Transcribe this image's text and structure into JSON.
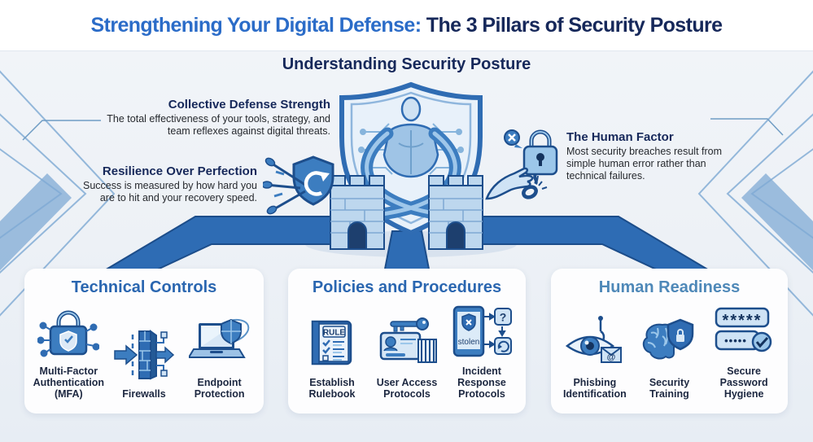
{
  "page": {
    "title_blue": "Strengthening Your Digital Defense:",
    "title_navy": " The 3 Pillars of Security Posture",
    "subtitle": "Understanding Security Posture"
  },
  "callouts": {
    "collective": {
      "title": "Collective Defense Strength",
      "desc": "The total effectiveness of your tools, strategy, and team reflexes against digital threats."
    },
    "resilience": {
      "title": "Resilience Over Perfection",
      "desc": "Success is measured by how hard you are to hit and your recovery speed."
    },
    "human_factor": {
      "title": "The Human Factor",
      "desc": "Most security breaches result from simple human error rather than technical failures."
    }
  },
  "pillars": [
    {
      "title": "Technical Controls",
      "items": [
        {
          "label": "Multi-Factor Authentication (MFA)",
          "icon": "mfa-lock-icon"
        },
        {
          "label": "Firewalls",
          "icon": "firewall-icon"
        },
        {
          "label": "Endpoint Protection",
          "icon": "laptop-shield-icon"
        }
      ]
    },
    {
      "title": "Policies and Procedures",
      "items": [
        {
          "label": "Establish Rulebook",
          "icon": "rulebook-icon"
        },
        {
          "label": "User Access Protocols",
          "icon": "id-card-key-icon"
        },
        {
          "label": "Incident Response Protocols",
          "icon": "incident-flow-icon"
        }
      ]
    },
    {
      "title": "Human Readiness",
      "items": [
        {
          "label": "Phisbing Identification",
          "icon": "eye-hook-icon"
        },
        {
          "label": "Security Training",
          "icon": "brain-shield-icon"
        },
        {
          "label": "Secure Password Hygiene",
          "icon": "password-check-icon"
        }
      ]
    }
  ],
  "icon_texts": {
    "rule": "RULE",
    "stolen": "stolen",
    "question": "?",
    "stars": "*****",
    "dots": "•••••",
    "at": "@"
  },
  "colors": {
    "title_blue": "#2b6cc8",
    "title_navy": "#16285a",
    "card_heading_blue": "#2a66b0",
    "card_heading_light": "#4e88b8",
    "road_blue": "#2e6cb4",
    "outline_dark": "#1d4e8c",
    "icon_mid_blue": "#3c7dc0",
    "icon_light_blue": "#cfe3f5"
  }
}
